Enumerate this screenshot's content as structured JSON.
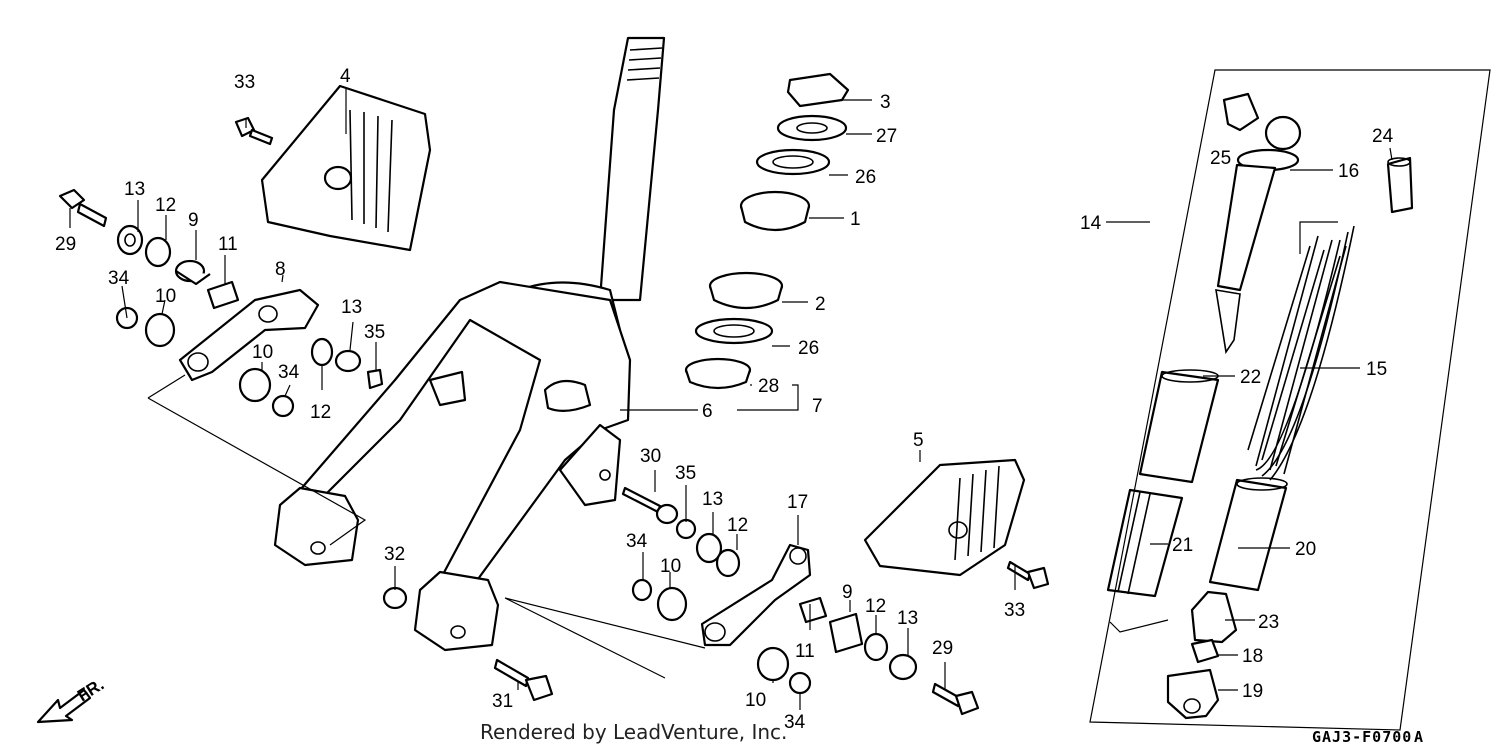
{
  "diagram": {
    "credit": "Rendered by LeadVenture, Inc.",
    "diagram_code": "GAJ3-F0700",
    "diagram_code_suffix": "A",
    "direction_label": "FR.",
    "callouts": [
      "1",
      "2",
      "3",
      "4",
      "5",
      "6",
      "7",
      "8",
      "9",
      "9",
      "10",
      "10",
      "10",
      "10",
      "11",
      "11",
      "12",
      "12",
      "12",
      "12",
      "13",
      "13",
      "13",
      "13",
      "14",
      "15",
      "16",
      "17",
      "18",
      "19",
      "20",
      "21",
      "22",
      "23",
      "24",
      "25",
      "26",
      "26",
      "27",
      "28",
      "29",
      "29",
      "30",
      "31",
      "32",
      "33",
      "33",
      "34",
      "34",
      "34",
      "34",
      "35",
      "35"
    ]
  }
}
